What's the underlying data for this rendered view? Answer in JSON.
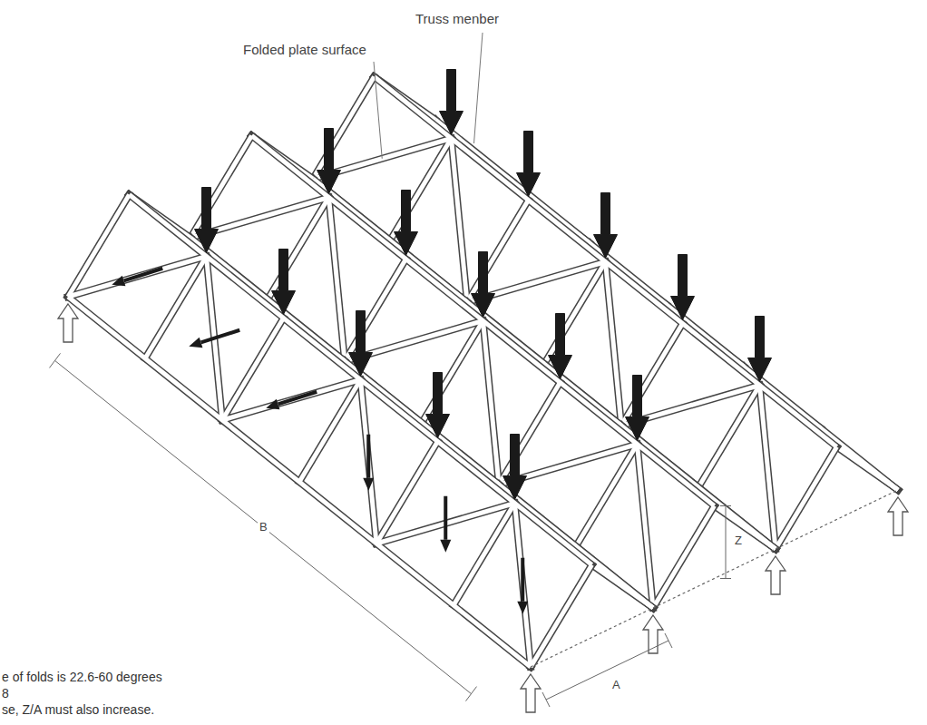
{
  "diagram": {
    "labels": [
      "Truss menber",
      "Folded plate surface",
      "B",
      "Z",
      "A",
      "e of folds is 22.6-60 degrees",
      "8",
      "se, Z/A must also increase."
    ]
  }
}
